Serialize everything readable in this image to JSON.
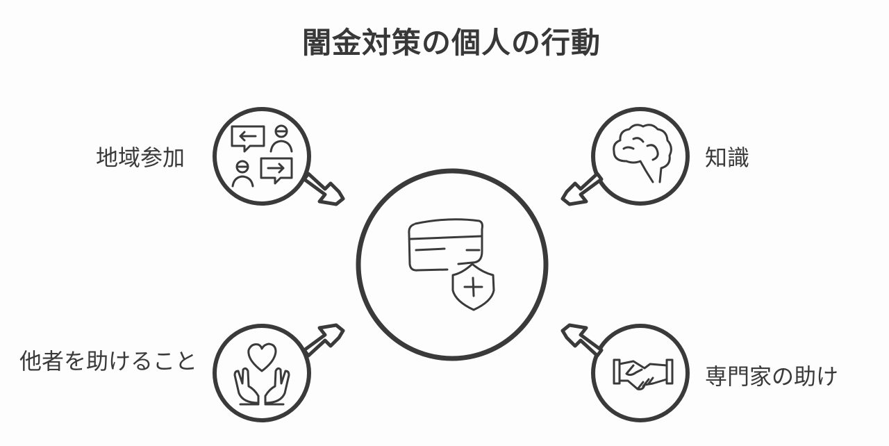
{
  "title": "闇金対策の個人の行動",
  "center": {
    "icon": "credit-card-shield-icon"
  },
  "nodes": [
    {
      "id": "community",
      "label": "地域参加",
      "icon": "chat-people-icon",
      "position": "top-left"
    },
    {
      "id": "knowledge",
      "label": "知識",
      "icon": "brain-icon",
      "position": "top-right"
    },
    {
      "id": "helping",
      "label": "他者を助けること",
      "icon": "heart-hands-icon",
      "position": "bottom-left"
    },
    {
      "id": "expert",
      "label": "専門家の助け",
      "icon": "handshake-icon",
      "position": "bottom-right"
    }
  ],
  "colors": {
    "stroke": "#3a3a3a",
    "background": "#fdfdfd"
  }
}
